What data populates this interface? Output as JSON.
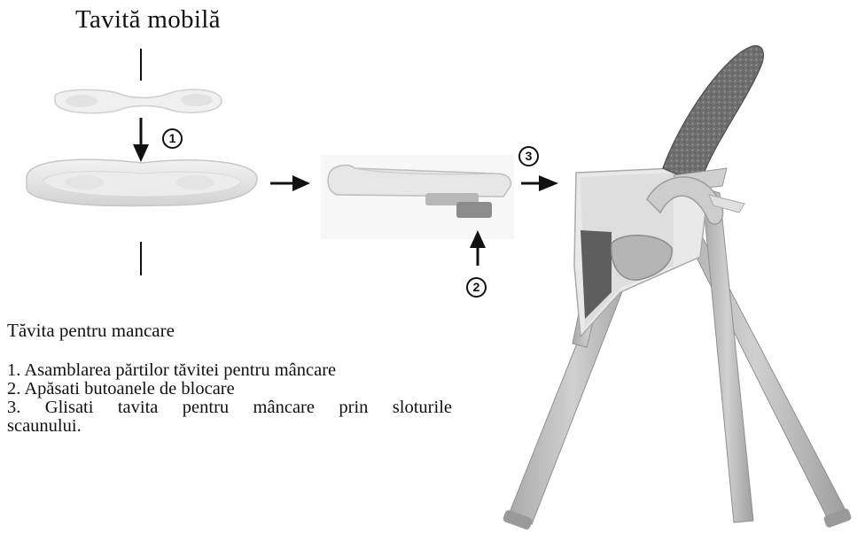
{
  "title": "Tavită mobilă",
  "section_title": "Tăvita pentru mancare",
  "steps": [
    "1. Asamblarea părtilor tăvitei pentru mâncare",
    "2.  Apăsati butoanele de blocare",
    "3. Glisati tavita pentru mâncare prin sloturile",
    "scaunului."
  ],
  "markers": {
    "one": "1",
    "two": "2",
    "three": "3"
  },
  "colors": {
    "text": "#111111",
    "tray": "#e4e4e4",
    "chair_frame": "#bdbdbd",
    "seat_pad": "#7a7a7a"
  }
}
